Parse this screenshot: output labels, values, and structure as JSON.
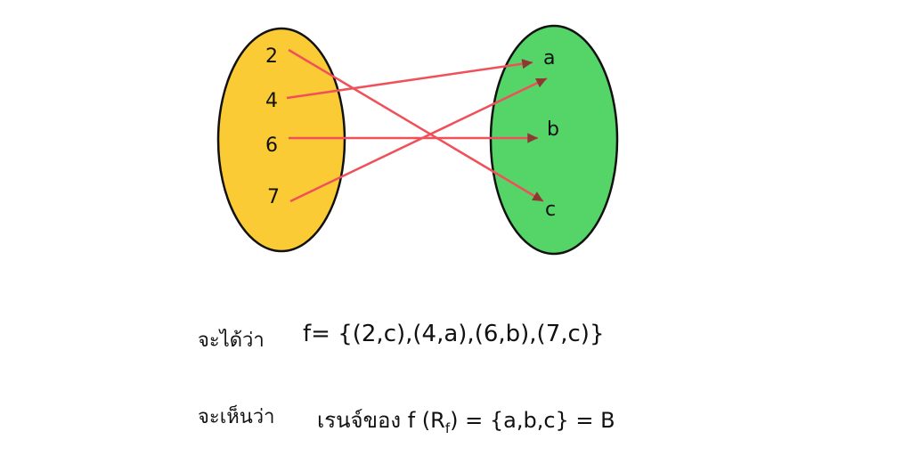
{
  "domain_set": {
    "elements": [
      "2",
      "4",
      "6",
      "7"
    ],
    "color": "#fbcb36"
  },
  "codomain_set": {
    "elements": [
      "a",
      "b",
      "c"
    ],
    "color": "#55d468"
  },
  "arrow_color": "#f0505a",
  "arrowhead_color": "#8a3a32",
  "mappings": [
    {
      "from": "2",
      "to": "c"
    },
    {
      "from": "4",
      "to": "a"
    },
    {
      "from": "6",
      "to": "b"
    },
    {
      "from": "7",
      "to": "a"
    }
  ],
  "lines": [
    {
      "label": "จะได้ว่า",
      "expr": "f= {(2,c),(4,a),(6,b),(7,c)}"
    },
    {
      "label": "จะเห็นว่า",
      "expr_prefix": "เรนจ์ของ f (R",
      "expr_sub": "f",
      "expr_suffix": ") = {a,b,c} = B"
    }
  ]
}
